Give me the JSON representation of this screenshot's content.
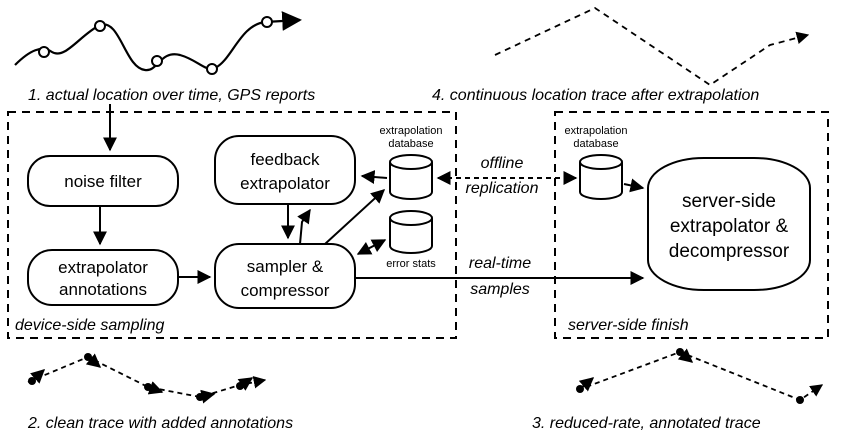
{
  "captions": {
    "step1": "1. actual location over time, GPS reports",
    "step2": "2. clean trace with added annotations",
    "step3": "3. reduced-rate, annotated trace",
    "step4": "4. continuous location trace after extrapolation"
  },
  "regions": {
    "device": "device-side sampling",
    "server": "server-side finish"
  },
  "boxes": {
    "noise_filter": "noise filter",
    "feedback_1": "feedback",
    "feedback_2": "extrapolator",
    "annot_1": "extrapolator",
    "annot_2": "annotations",
    "sampler_1": "sampler &",
    "sampler_2": "compressor",
    "server_1": "server-side",
    "server_2": "extrapolator &",
    "server_3": "decompressor"
  },
  "databases": {
    "device_db_1": "extrapolation",
    "device_db_2": "database",
    "error_stats": "error stats",
    "server_db_1": "extrapolation",
    "server_db_2": "database"
  },
  "edge_labels": {
    "offline_1": "offline",
    "offline_2": "replication",
    "realtime_1": "real-time",
    "realtime_2": "samples"
  }
}
